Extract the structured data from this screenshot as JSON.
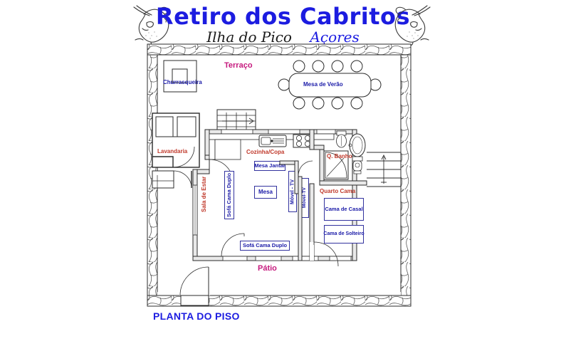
{
  "header": {
    "title": "Retiro dos Cabritos",
    "subtitle_dark": "Ilha do Pico",
    "subtitle_blue": "Açores",
    "goat_left_icon": "goat-head-icon",
    "goat_right_icon": "goat-head-icon",
    "title_color": "#1c1ce0"
  },
  "footer": {
    "caption": "PLANTA DO PISO",
    "color": "#1c1ce0"
  },
  "colors": {
    "title_blue": "#1c1ce0",
    "label_blue": "#1a1aa8",
    "room_red": "#c0392b",
    "area_magenta": "#c61a7e",
    "wall_dark": "#2b2b2b",
    "stone_fill": "#ffffff"
  },
  "plan": {
    "outdoor_areas": [
      {
        "name": "Terraço",
        "color": "#c61a7e"
      },
      {
        "name": "Pátio",
        "color": "#c61a7e"
      }
    ],
    "rooms": [
      {
        "name": "Lavandaria",
        "color": "#c0392b"
      },
      {
        "name": "Cozinha/Copa",
        "color": "#c0392b"
      },
      {
        "name": "Q. Banho",
        "color": "#c0392b"
      },
      {
        "name": "Quarto Cama",
        "color": "#c0392b"
      },
      {
        "name": "Sala de Estar",
        "color": "#c0392b"
      }
    ],
    "furniture": [
      {
        "name": "Churrasqueira",
        "color": "#1a1aa8"
      },
      {
        "name": "Mesa de Verão",
        "color": "#1a1aa8"
      },
      {
        "name": "Mesa Jantar",
        "color": "#1a1aa8"
      },
      {
        "name": "Mesa",
        "color": "#1a1aa8"
      },
      {
        "name": "Sofá Cama Duplo",
        "color": "#1a1aa8"
      },
      {
        "name": "Sofá Cama Duplo",
        "color": "#1a1aa8"
      },
      {
        "name": "Móvel - TV",
        "color": "#1a1aa8"
      },
      {
        "name": "Móvel-TV",
        "color": "#1a1aa8"
      },
      {
        "name": "Cama de Casal",
        "color": "#1a1aa8"
      },
      {
        "name": "Cama de Solteiro",
        "color": "#1a1aa8"
      }
    ],
    "labels": {
      "terraco": "Terraço",
      "patio": "Pátio",
      "churrasqueira": "Churrasqueira",
      "mesa_verao": "Mesa de Verão",
      "lavandaria": "Lavandaria",
      "cozinha": "Cozinha/Copa",
      "q_banho": "Q. Banho",
      "quarto_cama": "Quarto Cama",
      "sala_estar": "Sala de Estar",
      "mesa_jantar": "Mesa Jantar",
      "mesa": "Mesa",
      "sofa_cama_duplo_v": "Sofá Cama Duplo",
      "sofa_cama_duplo_h": "Sofá Cama Duplo",
      "movel_tv_1": "Móvel - TV",
      "movel_tv_2": "Móvel-TV",
      "cama_casal": "Cama de Casal",
      "cama_solteiro": "Cama de Solteiro"
    },
    "fixtures": [
      {
        "name": "kitchen-sink-icon"
      },
      {
        "name": "stove-icon"
      },
      {
        "name": "toilet-icon"
      },
      {
        "name": "bathtub-icon"
      },
      {
        "name": "bidet-icon"
      },
      {
        "name": "shower-icon"
      },
      {
        "name": "bbq-grill-icon"
      },
      {
        "name": "interior-stairs-icon"
      },
      {
        "name": "exterior-stairs-icon"
      }
    ],
    "summer_table_chairs": 10
  }
}
